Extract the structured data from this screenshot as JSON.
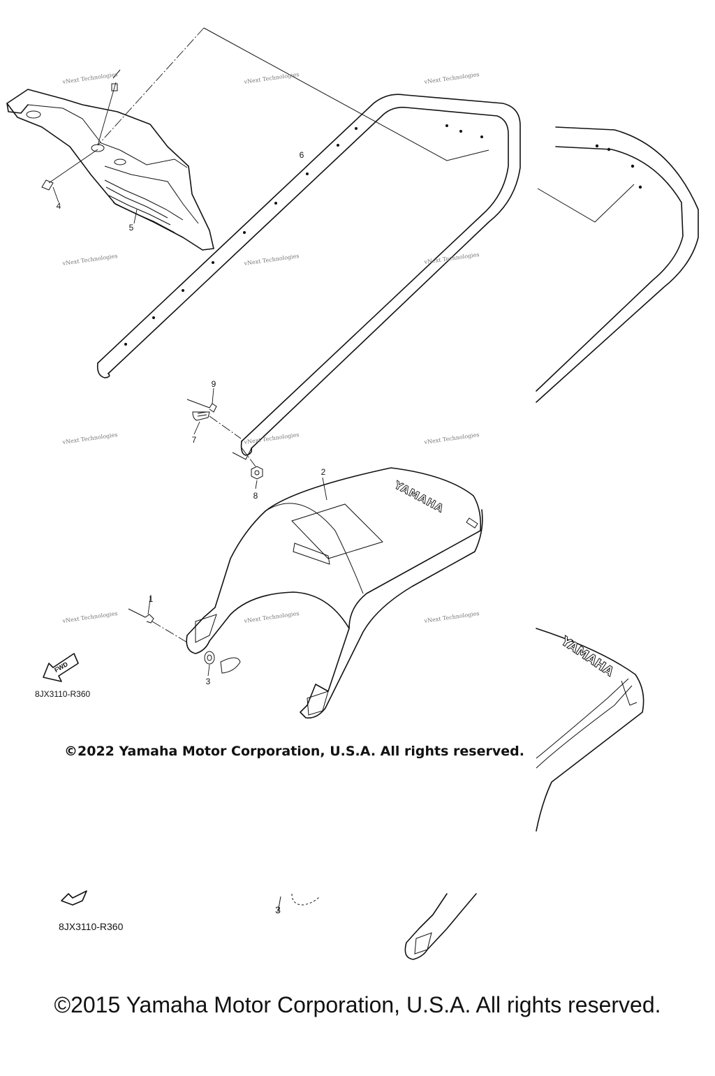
{
  "callouts": {
    "n1": "1",
    "n2": "2",
    "n3": "3",
    "n4": "4",
    "n5": "5",
    "n6": "6",
    "n7": "7",
    "n8": "8",
    "n9": "9",
    "n3b": "3"
  },
  "watermark": "vNext Technologies",
  "fwd_label": "FWD",
  "brand_mark": "YAMAHA",
  "diagram_code": "8JX3110-R360",
  "diagram_code_2": "8JX3110-R360",
  "copyright_2022": "©2022 Yamaha Motor Corporation, U.S.A. All rights reserved.",
  "copyright_2015": "©2015 Yamaha Motor Corporation, U.S.A. All rights reserved.",
  "colors": {
    "line": "#111111",
    "watermark": "#777777",
    "background": "#ffffff"
  }
}
